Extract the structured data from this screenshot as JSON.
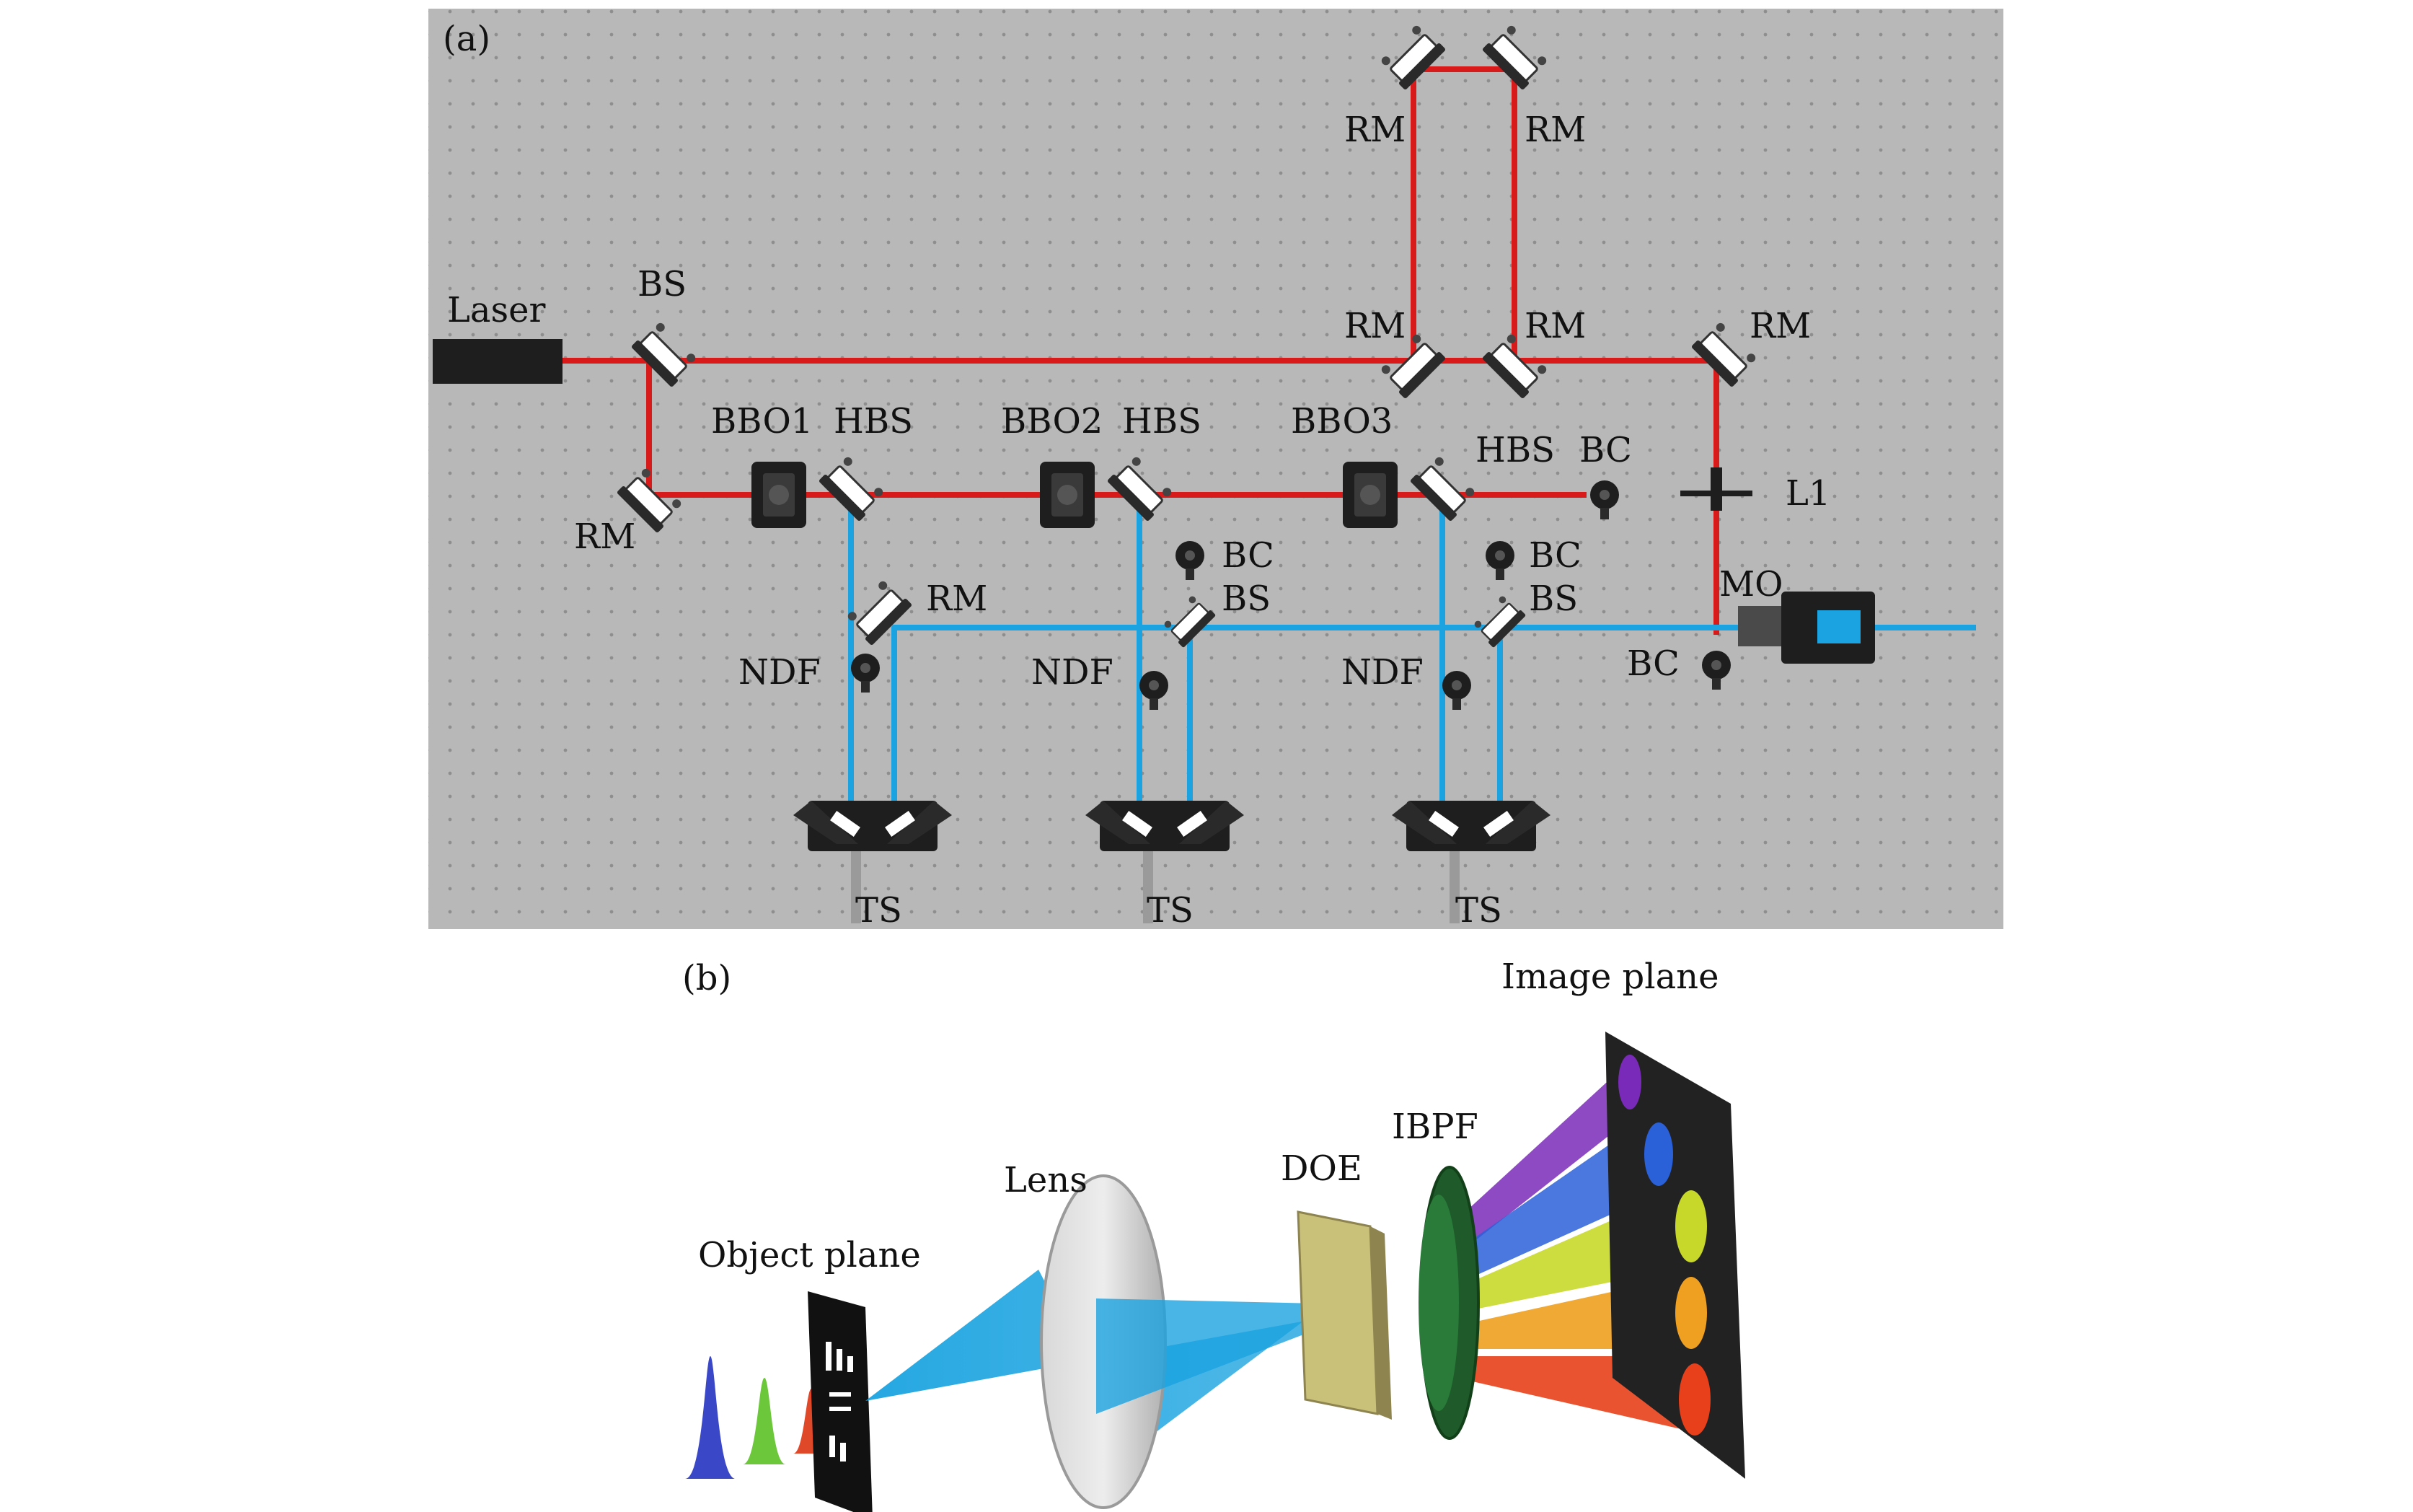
{
  "panel_a": {
    "label": "(a)",
    "labels": {
      "laser": "Laser",
      "bs_main": "BS",
      "rm_left": "RM",
      "rm_top_left": "RM",
      "rm_top_right": "RM",
      "rm_mid_left": "RM",
      "rm_mid_right": "RM",
      "rm_far_right": "RM",
      "bbo1": "BBO1",
      "hbs1": "HBS",
      "bbo2": "BBO2",
      "hbs2": "HBS",
      "bbo3": "BBO3",
      "hbs3": "HBS",
      "bc_right": "BC",
      "l1": "L1",
      "bc2": "BC",
      "bs2": "BS",
      "bc3": "BC",
      "bs3": "BS",
      "rm_blue": "RM",
      "ndf1": "NDF",
      "ndf2": "NDF",
      "ndf3": "NDF",
      "mo": "MO",
      "bc_mo": "BC",
      "ts1": "TS",
      "ts2": "TS",
      "ts3": "TS"
    }
  },
  "panel_b": {
    "label": "(b)",
    "labels": {
      "image_plane": "Image plane",
      "ibpf": "IBPF",
      "lens": "Lens",
      "doe": "DOE",
      "object_plane": "Object plane"
    }
  },
  "colors": {
    "table": "#b8b8b8",
    "red_beam": "#d91a1a",
    "blue_beam": "#1aa3e0",
    "dark_mount": "#1e1e1e"
  }
}
